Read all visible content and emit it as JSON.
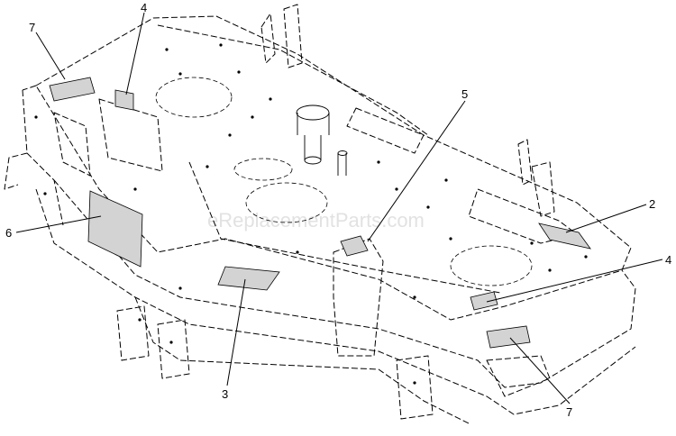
{
  "watermark": "eReplacementParts.com",
  "callouts": {
    "c7_top": "7",
    "c4_top": "4",
    "c5": "5",
    "c2": "2",
    "c6": "6",
    "c4_right": "4",
    "c3": "3",
    "c7_bottom": "7"
  },
  "colors": {
    "line": "#000000",
    "decal_fill": "#d3d3d3",
    "watermark": "#e2e2e2"
  }
}
